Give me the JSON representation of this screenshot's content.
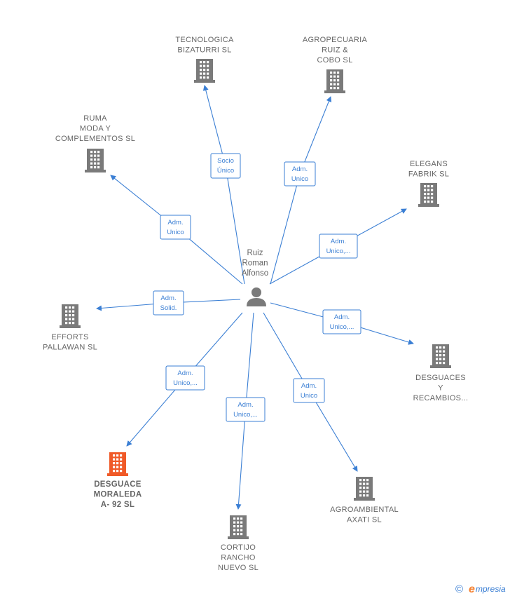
{
  "center": {
    "label_lines": [
      "Ruiz",
      "Roman",
      "Alfonso"
    ],
    "icon": "person-icon"
  },
  "nodes": [
    {
      "id": "tecnologica",
      "label_lines": [
        "TECNOLOGICA",
        "BIZATURRI  SL"
      ],
      "icon": "building-icon",
      "highlight": false
    },
    {
      "id": "agropecuaria",
      "label_lines": [
        "AGROPECUARIA",
        "RUIZ &",
        "COBO  SL"
      ],
      "icon": "building-icon",
      "highlight": false
    },
    {
      "id": "ruma",
      "label_lines": [
        "RUMA",
        "MODA Y",
        "COMPLEMENTOS SL"
      ],
      "icon": "building-icon",
      "highlight": false
    },
    {
      "id": "elegans",
      "label_lines": [
        "ELEGANS",
        "FABRIK  SL"
      ],
      "icon": "building-icon",
      "highlight": false
    },
    {
      "id": "efforts",
      "label_lines": [
        "EFFORTS",
        "PALLAWAN  SL"
      ],
      "icon": "building-icon",
      "highlight": false
    },
    {
      "id": "desguaces",
      "label_lines": [
        "DESGUACES",
        "Y",
        "RECAMBIOS..."
      ],
      "icon": "building-icon",
      "highlight": false
    },
    {
      "id": "desguace-moraleda",
      "label_lines": [
        "DESGUACE",
        "MORALEDA",
        "A- 92  SL"
      ],
      "icon": "building-icon",
      "highlight": true
    },
    {
      "id": "agroambiental",
      "label_lines": [
        "AGROAMBIENTAL",
        "AXATI  SL"
      ],
      "icon": "building-icon",
      "highlight": false
    },
    {
      "id": "cortijo",
      "label_lines": [
        "CORTIJO",
        "RANCHO",
        "NUEVO  SL"
      ],
      "icon": "building-icon",
      "highlight": false
    }
  ],
  "edges": [
    {
      "target": "tecnologica",
      "label_lines": [
        "Socio",
        "Único"
      ]
    },
    {
      "target": "agropecuaria",
      "label_lines": [
        "Adm.",
        "Unico"
      ]
    },
    {
      "target": "ruma",
      "label_lines": [
        "Adm.",
        "Unico"
      ]
    },
    {
      "target": "elegans",
      "label_lines": [
        "Adm.",
        "Unico,..."
      ]
    },
    {
      "target": "efforts",
      "label_lines": [
        "Adm.",
        "Solid."
      ]
    },
    {
      "target": "desguaces",
      "label_lines": [
        "Adm.",
        "Unico,..."
      ]
    },
    {
      "target": "desguace-moraleda",
      "label_lines": [
        "Adm.",
        "Unico,..."
      ]
    },
    {
      "target": "agroambiental",
      "label_lines": [
        "Adm.",
        "Unico"
      ]
    },
    {
      "target": "cortijo",
      "label_lines": [
        "Adm.",
        "Unico,..."
      ]
    }
  ],
  "colors": {
    "building": "#7a7a7a",
    "building_highlight": "#f05a28",
    "person": "#7a7a7a",
    "edge": "#3b7fd4"
  },
  "footer": {
    "copyright_symbol": "©",
    "brand_initial": "e",
    "brand_rest": "mpresia"
  }
}
